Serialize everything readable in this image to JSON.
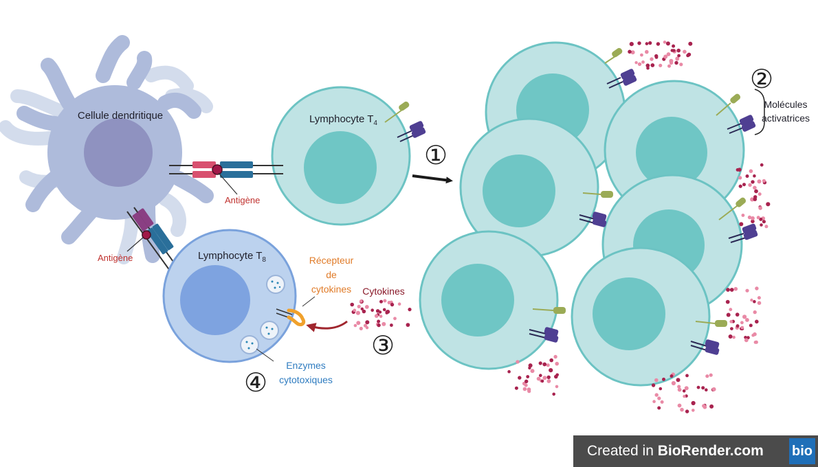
{
  "colors": {
    "tcell_fill": "#bfe3e4",
    "tcell_stroke": "#6cc3c3",
    "tcell_nucleus": "#6fc6c5",
    "dendritic_fill": "#aebbdb",
    "dendritic_nucleus": "#8f92c0",
    "t8_fill": "#bcd2ee",
    "t8_stroke": "#7aa2dc",
    "t8_nucleus": "#7ea3e0",
    "mhc": "#d8506f",
    "tcr": "#2a6f9a",
    "activating_green": "#9bab56",
    "activating_purple": "#4f3f92",
    "cytokine_dark": "#a8234f",
    "cytokine_light": "#e98aa6",
    "receptor_orange": "#f0a12c",
    "label_red": "#c0322f",
    "label_orange": "#e07b28",
    "label_blue": "#2f7cc0"
  },
  "labels": {
    "dendritic": "Cellule dendritique",
    "t4_main": "Lymphocyte T",
    "t4_sub": "4",
    "t8_main": "Lymphocyte T",
    "t8_sub": "8",
    "antigen_top": "Antigène",
    "antigen_left": "Antigène",
    "receptor_line1": "Récepteur",
    "receptor_line2": "de",
    "receptor_line3": "cytokines",
    "cytokines": "Cytokines",
    "enzymes_line1": "Enzymes",
    "enzymes_line2": "cytotoxiques",
    "molecules_line1": "Molécules",
    "molecules_line2": "activatrices"
  },
  "steps": [
    "①",
    "②",
    "③",
    "④"
  ],
  "watermark": {
    "prefix": "Created in ",
    "brand": "BioRender.com",
    "logo": "bio"
  }
}
